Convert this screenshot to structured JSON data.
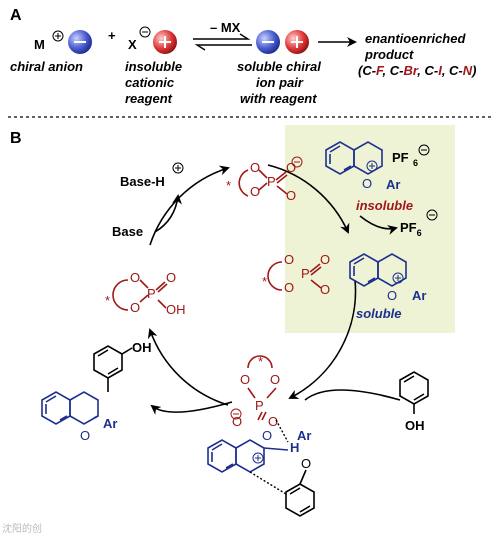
{
  "panel_a": {
    "label": "A",
    "m_plus": "M",
    "x_minus": "X",
    "mx": "– MX",
    "chiral_anion": "chiral anion",
    "insoluble_line1": "insoluble",
    "insoluble_line2": "cationic",
    "insoluble_line3": "reagent",
    "soluble_line1": "soluble chiral",
    "soluble_line2": "ion pair",
    "soluble_line3": "with reagent",
    "product_line1": "enantioenriched",
    "product_line2": "product",
    "product_line3_parts": [
      "(C-",
      "F",
      ", C-",
      "Br",
      ", C-",
      "I",
      ", C-",
      "N",
      ")"
    ]
  },
  "panel_b": {
    "label": "B",
    "base_h": "Base-H",
    "base": "Base",
    "insoluble": "insoluble",
    "soluble": "soluble",
    "pf6": "PF",
    "pf6_sub": "6",
    "ar": "Ar",
    "oh": "OH",
    "o": "O",
    "p": "P",
    "h": "H",
    "star": "*"
  },
  "watermark": "沈阳的创",
  "colors": {
    "red": "#a01818",
    "blue": "#1e2f8f",
    "highlight": "#eef3d6",
    "circle_blue": "#3c4fc8",
    "circle_red": "#d83030"
  }
}
